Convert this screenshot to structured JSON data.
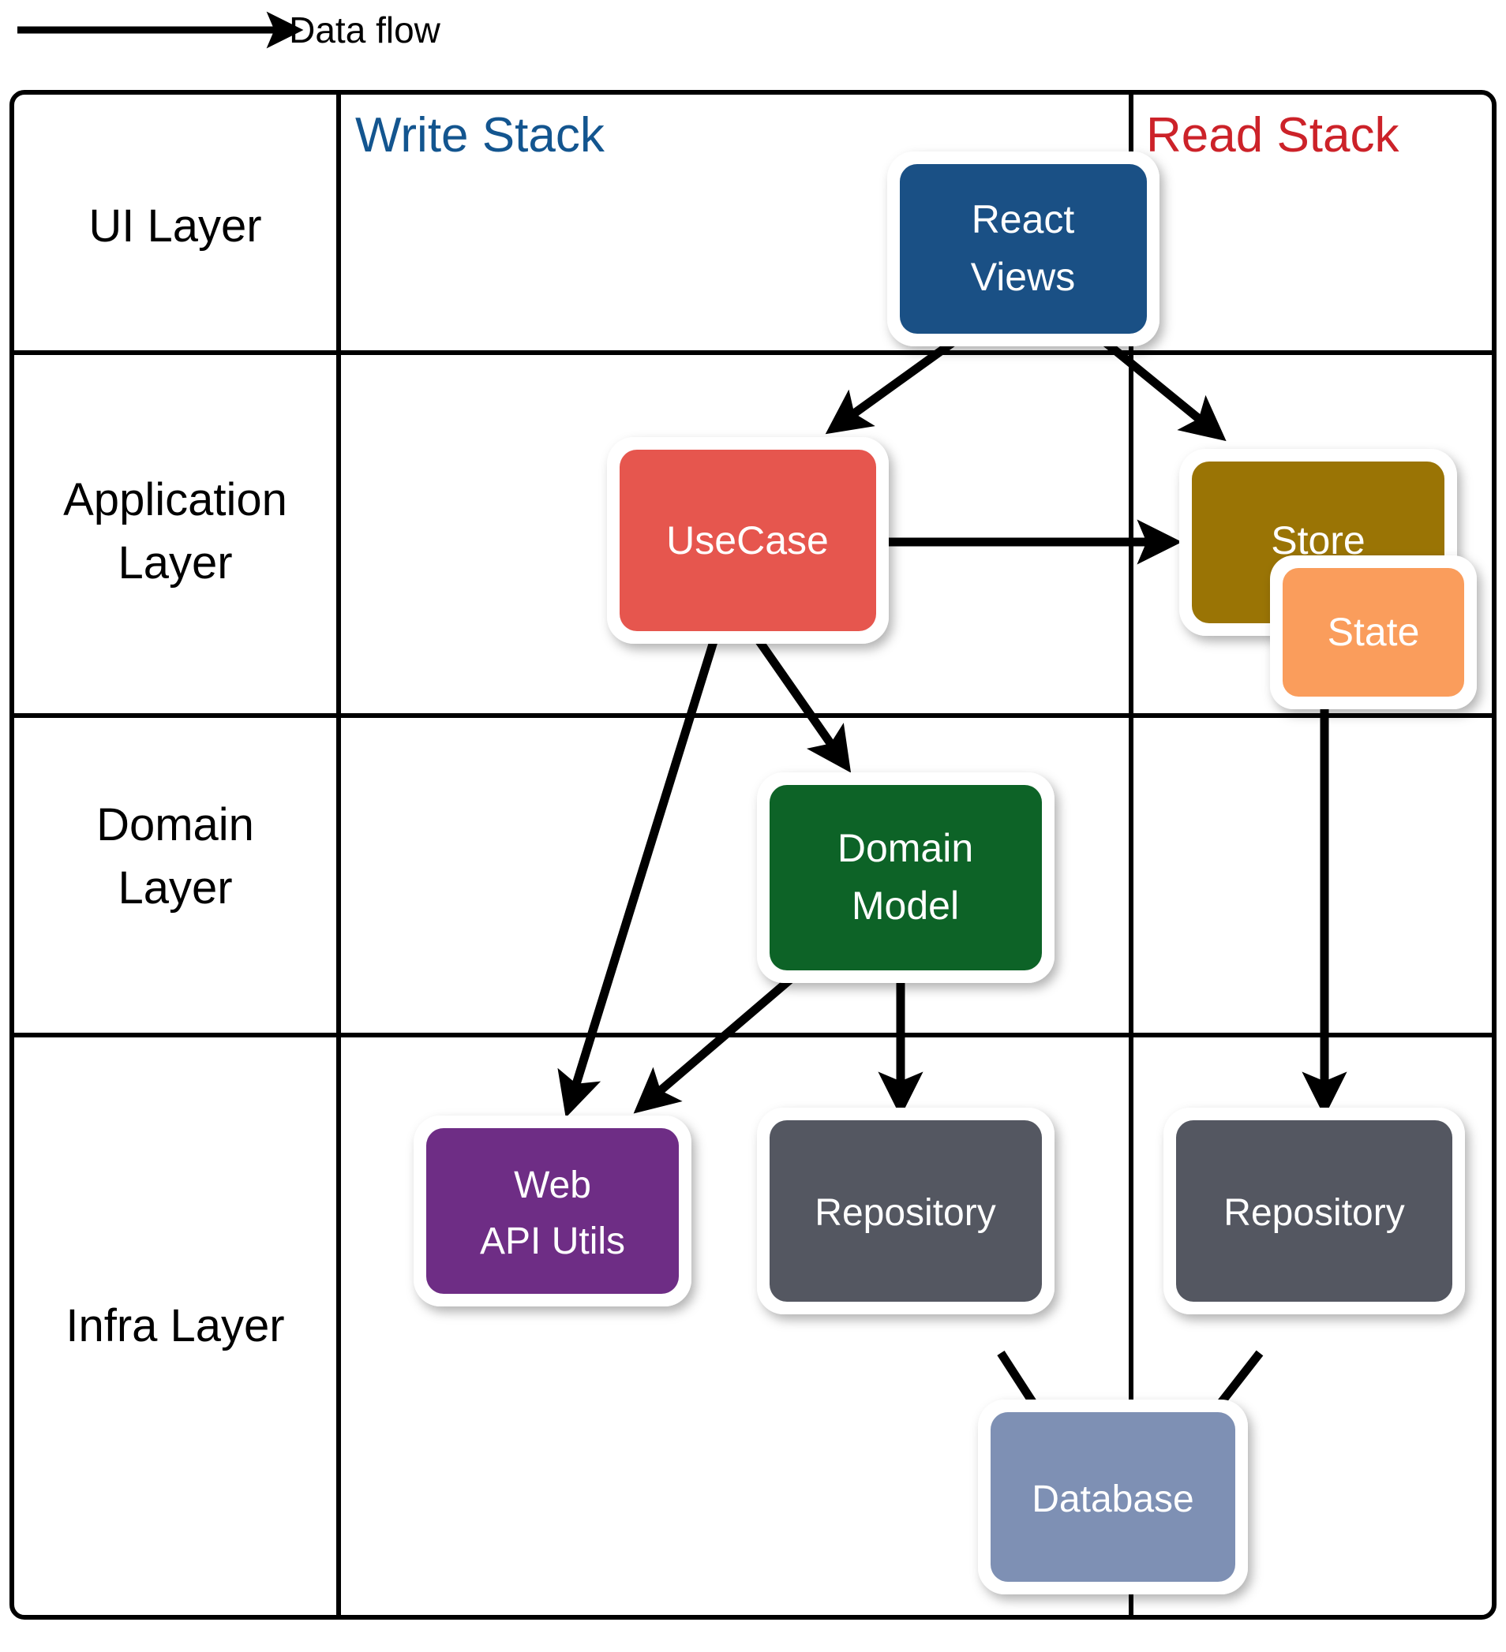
{
  "legend": {
    "arrow_icon": "arrow-right-icon",
    "label": "Data flow"
  },
  "columns": [
    {
      "id": "row-labels",
      "label": ""
    },
    {
      "id": "write-stack",
      "label": "Write Stack",
      "color": "#13558F"
    },
    {
      "id": "read-stack",
      "label": "Read Stack",
      "color": "#CC2229"
    }
  ],
  "rows": [
    {
      "id": "ui-layer",
      "label": "UI Layer"
    },
    {
      "id": "application-layer",
      "label_line1": "Application",
      "label_line2": "Layer"
    },
    {
      "id": "domain-layer",
      "label_line1": "Domain",
      "label_line2": "Layer"
    },
    {
      "id": "infra-layer",
      "label": "Infra Layer"
    }
  ],
  "nodes": [
    {
      "id": "react-views",
      "label_line1": "React",
      "label_line2": "Views",
      "color": "#1A5085",
      "row": "ui-layer",
      "column": "write-stack"
    },
    {
      "id": "usecase",
      "label": "UseCase",
      "color": "#E6564E",
      "row": "application-layer",
      "column": "write-stack"
    },
    {
      "id": "store",
      "label": "Store",
      "color": "#9A7405",
      "row": "application-layer",
      "column": "read-stack"
    },
    {
      "id": "state",
      "label": "State",
      "color": "#FA9D5C",
      "row": "application-layer",
      "column": "read-stack"
    },
    {
      "id": "domain-model",
      "label_line1": "Domain",
      "label_line2": "Model",
      "color": "#0D6327",
      "row": "domain-layer",
      "column": "write-stack"
    },
    {
      "id": "web-api-utils",
      "label_line1": "Web",
      "label_line2": "API Utils",
      "color": "#6E2D85",
      "row": "infra-layer",
      "column": "write-stack"
    },
    {
      "id": "repository-write",
      "label": "Repository",
      "color": "#545761",
      "row": "infra-layer",
      "column": "write-stack"
    },
    {
      "id": "repository-read",
      "label": "Repository",
      "color": "#545761",
      "row": "infra-layer",
      "column": "read-stack"
    },
    {
      "id": "database",
      "label": "Database",
      "color": "#7E90B4",
      "row": "infra-layer",
      "column": "write-stack"
    }
  ],
  "edges": [
    {
      "id": "react-views-to-usecase",
      "from": "react-views",
      "to": "usecase"
    },
    {
      "id": "react-views-to-store",
      "from": "react-views",
      "to": "store"
    },
    {
      "id": "usecase-to-store",
      "from": "usecase",
      "to": "store"
    },
    {
      "id": "usecase-to-domain-model",
      "from": "usecase",
      "to": "domain-model"
    },
    {
      "id": "usecase-to-web-api-utils",
      "from": "usecase",
      "to": "web-api-utils"
    },
    {
      "id": "domain-model-to-web-api-utils",
      "from": "domain-model",
      "to": "web-api-utils"
    },
    {
      "id": "domain-model-to-repository-write",
      "from": "domain-model",
      "to": "repository-write"
    },
    {
      "id": "state-to-repository-read",
      "from": "state",
      "to": "repository-read"
    },
    {
      "id": "repository-write-to-database",
      "from": "repository-write",
      "to": "database"
    },
    {
      "id": "repository-read-to-database",
      "from": "repository-read",
      "to": "database"
    }
  ]
}
